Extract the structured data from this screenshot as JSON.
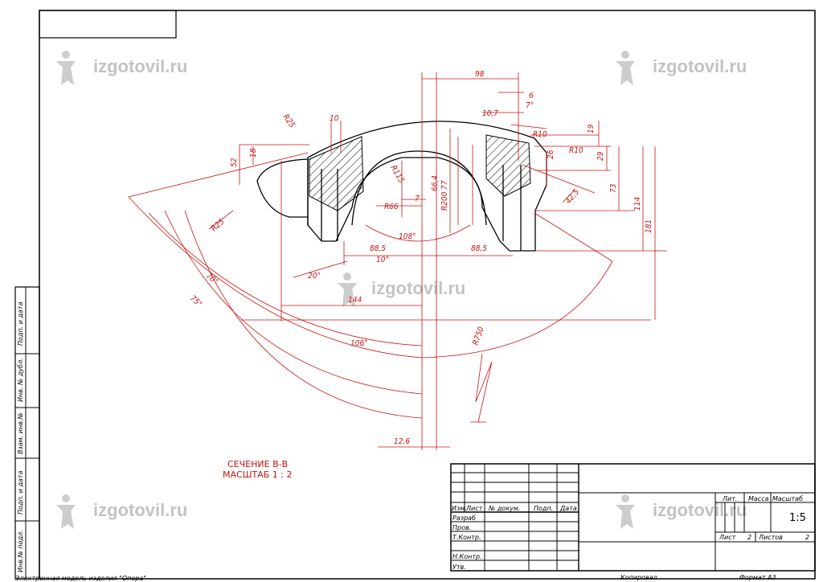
{
  "drawing": {
    "section_title": "СЕЧЕНИЕ В-В",
    "scale_label": "МАСШТАБ 1 : 2",
    "watermark_text": "izgotovil.ru",
    "dimensions": {
      "d98": "98",
      "d6": "6",
      "d7deg": "7°",
      "d10_7": "10,7",
      "r10a": "R10",
      "r10b": "R10",
      "d19": "19",
      "d26": "26",
      "d29": "29",
      "d73": "73",
      "d114": "114",
      "d181": "181",
      "r25a": "R25",
      "d10": "10",
      "d52": "52",
      "d18": "18",
      "r115": "R115",
      "d66_4": "66,4",
      "d77": "77",
      "r200": "R200",
      "d7": "7",
      "r66": "R66",
      "d42_5": "42,5",
      "r25b": "R25",
      "d108deg": "108°",
      "d88_5a": "88,5",
      "d88_5b": "88,5",
      "d10deg": "10°",
      "d20deg": "20°",
      "d144": "144",
      "d70deg": "70°",
      "d75deg": "75°",
      "d106deg": "106°",
      "r750": "R750",
      "d12_6": "12,6"
    }
  },
  "side_stamp": {
    "labels": [
      "Подп. и дата",
      "Инв. № дубл.",
      "Взам. инв.№",
      "Подп. и дата",
      "Инв.№ подл."
    ]
  },
  "title_block": {
    "hdr_izm": "Изм.",
    "hdr_list": "Лист",
    "hdr_doc": "№ докум.",
    "hdr_podp": "Подп.",
    "hdr_data": "Дата",
    "razrab": "Разраб",
    "prov": "Пров.",
    "tkontr": "Т.Контр.",
    "nkontr": "Н.Контр.",
    "utv": "Утв.",
    "lit": "Лит.",
    "massa": "Масса",
    "masshtab": "Масштаб",
    "scale_value": "1:5",
    "list_label": "Лист",
    "list_value": "2",
    "listov_label": "Листов",
    "listov_value": "2"
  },
  "footer": {
    "model_label": "Электронная модель изделия \"Опора\"",
    "copied": "Копировал",
    "format": "Формат А3"
  }
}
